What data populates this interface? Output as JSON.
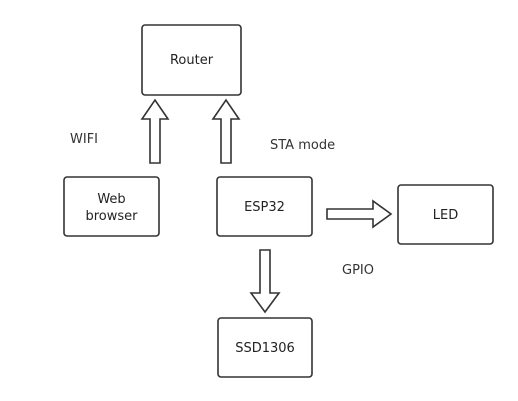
{
  "nodes": {
    "router": {
      "label": "Router"
    },
    "web_browser": {
      "label_line1": "Web",
      "label_line2": "browser"
    },
    "esp32": {
      "label": "ESP32"
    },
    "led": {
      "label": "LED"
    },
    "ssd1306": {
      "label": "SSD1306"
    }
  },
  "labels": {
    "wifi": "WIFI",
    "sta_mode": "STA mode",
    "gpio": "GPIO"
  }
}
